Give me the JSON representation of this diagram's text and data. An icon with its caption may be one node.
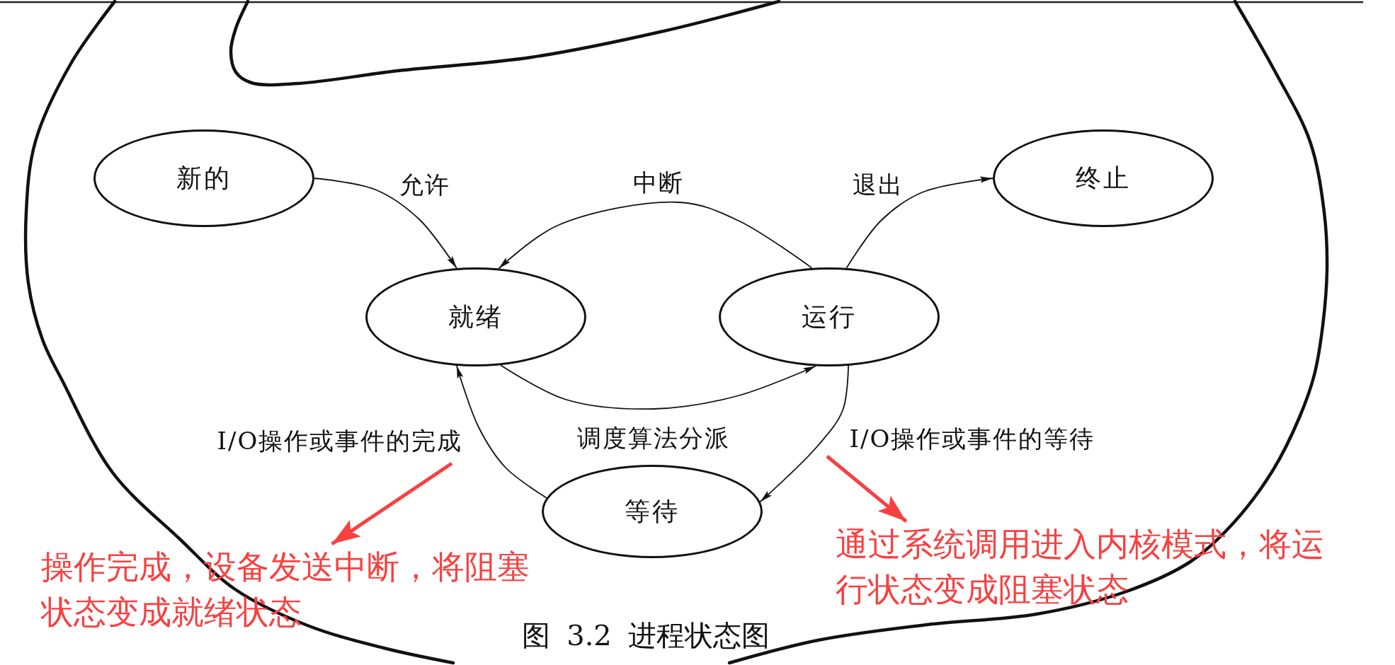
{
  "diagram": {
    "caption": "图 3.2 进程状态图",
    "nodes": [
      {
        "text": [
          "新的"
        ]
      },
      {
        "text": [
          "终止"
        ]
      },
      {
        "text": [
          "就绪"
        ]
      },
      {
        "text": [
          "运行"
        ]
      },
      {
        "text": [
          "等待"
        ]
      },
      {
        "text": [
          "操作完成，设备发送中断，将阻塞状态变成就绪状态"
        ]
      },
      {
        "text": [
          "通过系统调用进入内核模式，将运行状态变成阻塞状态"
        ]
      }
    ],
    "edges": [
      {
        "from": 0,
        "to": 2,
        "arrow": "to",
        "label": "允许"
      },
      {
        "from": 3,
        "to": 2,
        "arrow": "to",
        "label": "中断"
      },
      {
        "from": 3,
        "to": 1,
        "arrow": "to",
        "label": "退出"
      },
      {
        "from": 4,
        "to": 2,
        "arrow": "to",
        "label": "I/O操作或事件的完成"
      },
      {
        "from": 2,
        "to": 3,
        "arrow": "to",
        "label": "调度算法分派"
      },
      {
        "from": 3,
        "to": 4,
        "arrow": "to",
        "label": "I/O操作或事件的等待"
      },
      {
        "from": null,
        "to": 5,
        "arrow": "to",
        "style": "thick",
        "color": "#f84040"
      },
      {
        "from": null,
        "to": 6,
        "arrow": "to",
        "style": "thick",
        "color": "#f84040"
      }
    ]
  }
}
